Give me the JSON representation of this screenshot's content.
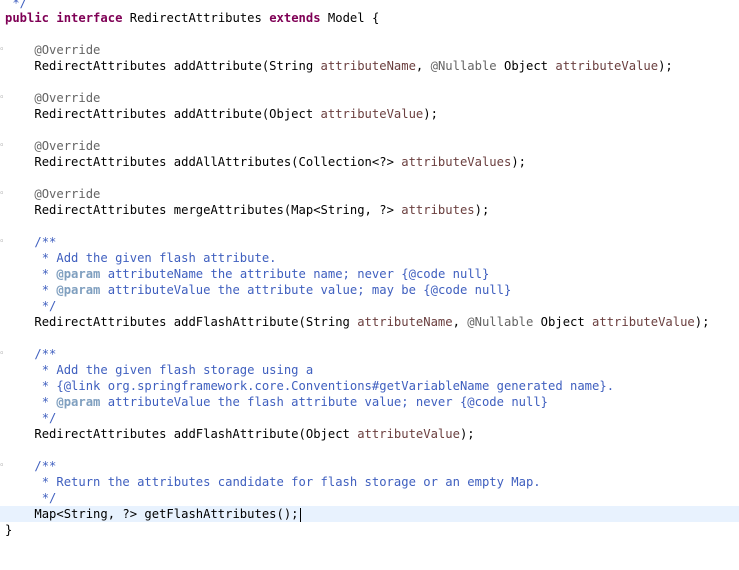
{
  "editor": {
    "fold_marker": "◦",
    "top_comment": " */",
    "decl": {
      "kw_public": "public",
      "kw_interface": "interface",
      "name": "RedirectAttributes",
      "kw_extends": "extends",
      "parent": "Model",
      "open": "{"
    },
    "override": "@Override",
    "nullable": "@Nullable",
    "ret": "RedirectAttributes",
    "m1": {
      "sig_a": "addAttribute(String ",
      "p1": "attributeName",
      "sig_b": ", ",
      "sig_c": " Object ",
      "p2": "attributeValue",
      "end": ");"
    },
    "m2": {
      "sig_a": "addAttribute(Object ",
      "p1": "attributeValue",
      "end": ");"
    },
    "m3": {
      "sig_a": "addAllAttributes(Collection<?> ",
      "p1": "attributeValues",
      "end": ");"
    },
    "m4": {
      "sig_a": "mergeAttributes(Map<String, ?> ",
      "p1": "attributes",
      "end": ");"
    },
    "jd_open": "/**",
    "jd_close": " */",
    "jd_star": " * ",
    "jd_param": "@param",
    "jd_code_open": "{@code",
    "jd_link_open": "{@link",
    "null_close": "null}",
    "doc1": {
      "text": "Add the given flash attribute.",
      "p1_name": " attributeName",
      "p1_text": " the attribute name; never ",
      "p2_name": " attributeValue",
      "p2_text": " the attribute value; may be "
    },
    "m5": {
      "sig_a": "addFlashAttribute(String ",
      "p1": "attributeName",
      "sig_b": ", ",
      "sig_c": " Object ",
      "p2": "attributeValue",
      "end": ");"
    },
    "doc2": {
      "text": "Add the given flash storage using a",
      "link_text": " org.springframework.core.Conventions#getVariableName generated name}.",
      "p1_name": " attributeValue",
      "p1_text": " the flash attribute value; never "
    },
    "m6": {
      "sig_a": "addFlashAttribute(Object ",
      "p1": "attributeValue",
      "end": ");"
    },
    "doc3": {
      "text": "Return the attributes candidate for flash storage or an empty Map."
    },
    "m7": {
      "sig": "Map<String, ?> getFlashAttributes();"
    },
    "close": "}"
  }
}
